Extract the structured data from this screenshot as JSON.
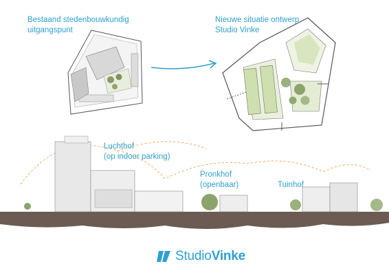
{
  "labels": {
    "existing_line1": "Bestaand stedenbouwkundig",
    "existing_line2": "uitgangspunt",
    "new_line1": "Nieuwe situatie ontwerp",
    "new_line2": "Studio Vinke",
    "luchthof_line1": "Luchthof",
    "luchthof_line2": "(op indoor parking)",
    "pronkhof_line1": "Pronkhof",
    "pronkhof_line2": "(openbaar)",
    "tuinhof": "Tuinhof"
  },
  "logo": {
    "text_light": "Studio",
    "text_bold": "Vinke"
  },
  "colors": {
    "accent": "#2f9fd0",
    "courtyard_green": "#cfe0b0",
    "orange_path": "#f0a848",
    "ground": "#6b5b53"
  }
}
